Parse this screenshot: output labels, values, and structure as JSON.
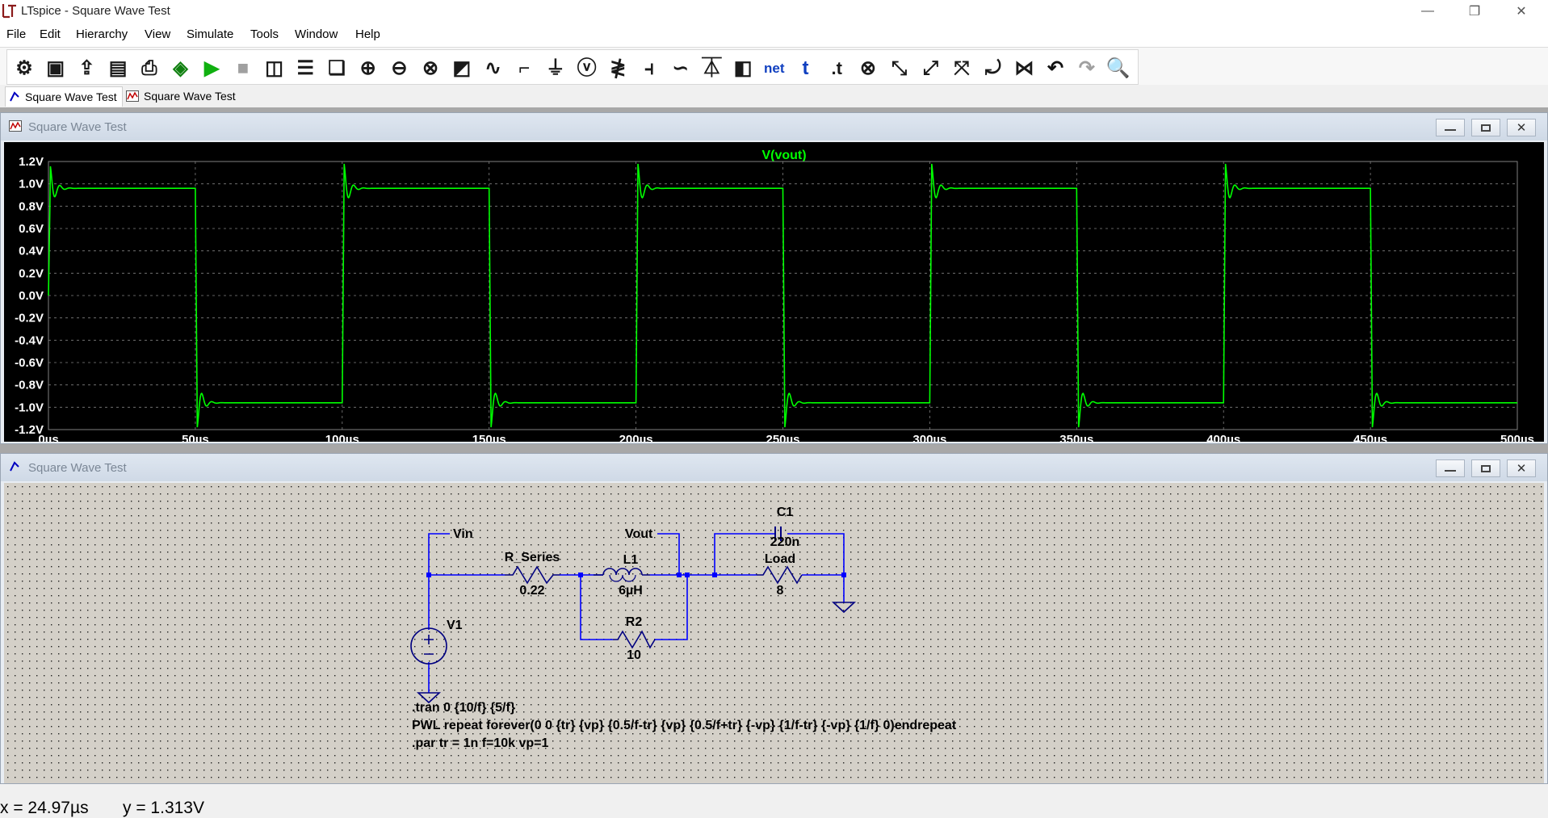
{
  "window": {
    "title": "LTspice - Square Wave Test"
  },
  "menu": [
    "File",
    "Edit",
    "Hierarchy",
    "View",
    "Simulate",
    "Tools",
    "Window",
    "Help"
  ],
  "toolbar": {
    "icons": [
      "gear-icon",
      "new-schematic-icon",
      "open-icon",
      "save-icon",
      "print-icon",
      "ac-analysis-icon",
      "run-icon",
      "halt-icon",
      "tile-vertical-icon",
      "tile-horizontal-icon",
      "cascade-icon",
      "zoom-in-icon",
      "zoom-out-icon",
      "zoom-fit-icon",
      "autoscale-icon",
      "waveform-icon",
      "wire-icon",
      "ground-icon",
      "voltage-source-icon",
      "resistor-icon",
      "capacitor-icon",
      "inductor-icon",
      "diode-icon",
      "component-icon",
      "net-label-icon",
      "text-icon",
      "spice-directive-icon",
      "delete-icon",
      "duplicate-icon",
      "move-icon",
      "drag-icon",
      "rotate-icon",
      "mirror-icon",
      "undo-icon",
      "redo-icon",
      "find-icon"
    ],
    "net_label": "net",
    "text_label": "t",
    "directive_label": ".t"
  },
  "tabs": [
    {
      "label": "Square Wave Test",
      "icon": "schematic-icon",
      "active": true
    },
    {
      "label": "Square Wave Test",
      "icon": "waveform-icon",
      "active": false
    }
  ],
  "plot_window": {
    "title": "Square Wave Test",
    "trace_color": "#00ff00",
    "background": "#000000"
  },
  "chart_data": {
    "type": "line",
    "series": [
      {
        "name": "V(vout)",
        "color": "#00ff00",
        "period_us": 100,
        "rise_time_us": 0.001,
        "settle_high": 0.96,
        "settle_low": -0.96,
        "overshoot_peak": 1.19,
        "undershoot_peak": -1.19
      }
    ],
    "x_ticks": [
      "0µs",
      "50µs",
      "100µs",
      "150µs",
      "200µs",
      "250µs",
      "300µs",
      "350µs",
      "400µs",
      "450µs",
      "500µs"
    ],
    "y_ticks": [
      "1.2V",
      "1.0V",
      "0.8V",
      "0.6V",
      "0.4V",
      "0.2V",
      "0.0V",
      "-0.2V",
      "-0.4V",
      "-0.6V",
      "-0.8V",
      "-1.0V",
      "-1.2V"
    ],
    "xlim": [
      0,
      500
    ],
    "ylim": [
      -1.2,
      1.2
    ],
    "grid": true
  },
  "schematic_window": {
    "title": "Square Wave Test",
    "components": {
      "r_series": {
        "name": "R_Series",
        "value": "0.22"
      },
      "l1": {
        "name": "L1",
        "value": "6µH"
      },
      "r2": {
        "name": "R2",
        "value": "10"
      },
      "c1": {
        "name": "C1",
        "value": "220n"
      },
      "load": {
        "name": "Load",
        "value": "8"
      },
      "v1": {
        "name": "V1"
      }
    },
    "net_labels": {
      "vin": "Vin",
      "vout": "Vout"
    },
    "directives": [
      ".tran 0 {10/f} {5/f}",
      "PWL repeat forever(0 0 {tr} {vp} {0.5/f-tr} {vp} {0.5/f+tr} {-vp} {1/f-tr} {-vp} {1/f} 0)endrepeat",
      ".par tr = 1n f=10k vp=1"
    ]
  },
  "status": {
    "x": "x = 24.97µs",
    "y": "y = 1.313V"
  },
  "colors": {
    "wire": "#0000ff",
    "component": "#000080",
    "schematic_bg": "#d4d0c8"
  }
}
